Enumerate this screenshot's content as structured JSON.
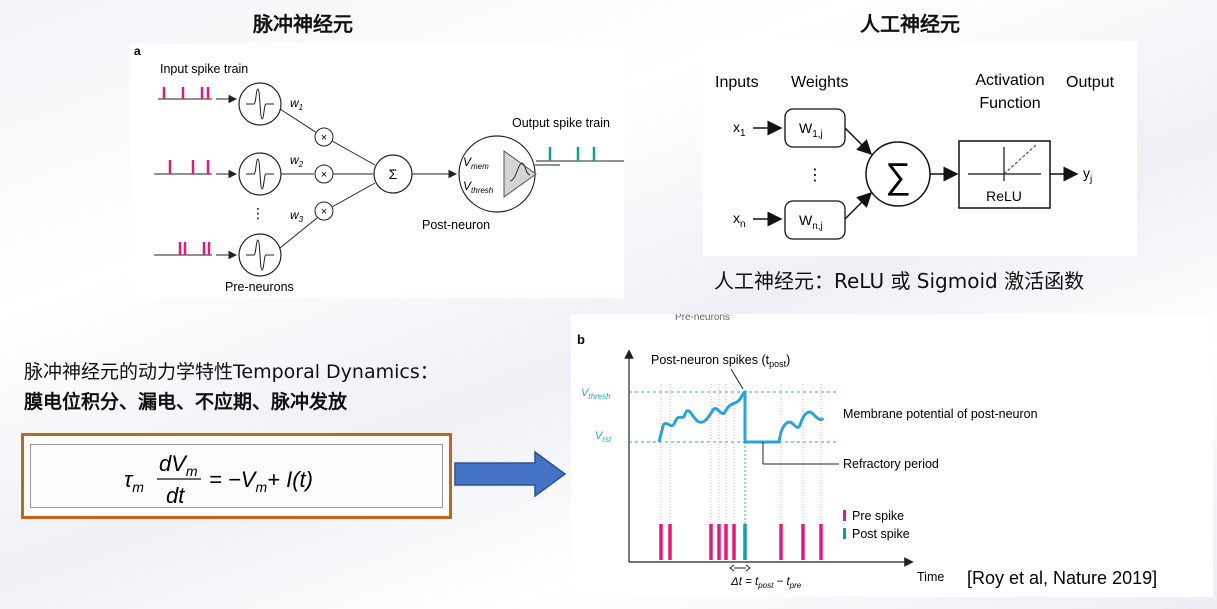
{
  "titles": {
    "left": "脉冲神经元",
    "right": "人工神经元"
  },
  "snn_figure": {
    "panel_label": "a",
    "input_label": "Input spike train",
    "weights": [
      "w",
      "w",
      "w"
    ],
    "weight_subs": [
      "1",
      "2",
      "3"
    ],
    "multiply": "×",
    "sum": "Σ",
    "vmem": "V",
    "vmem_sub": "mem",
    "vthresh": "V",
    "vthresh_sub": "thresh",
    "output_label": "Output spike train",
    "post_label": "Post-neuron",
    "pre_label": "Pre-neurons",
    "dots": "⋮"
  },
  "ann_figure": {
    "inputs": "Inputs",
    "weights": "Weights",
    "activation_line1": "Activation",
    "activation_line2": "Function",
    "output": "Output",
    "x1": "x",
    "x1_sub": "1",
    "xn": "x",
    "xn_sub": "n",
    "w1": "W",
    "w1_sub": "1,j",
    "wn": "W",
    "wn_sub": "n,j",
    "dots": "⋮",
    "sum": "∑",
    "relu": "ReLU",
    "yj": "y",
    "yj_sub": "j"
  },
  "ann_caption": "人工神经元：ReLU 或 Sigmoid 激活函数",
  "dynamics_line1": "脉冲神经元的动力学特性Temporal Dynamics：",
  "dynamics_line2": "膜电位积分、漏电、不应期、脉冲发放",
  "equation": {
    "tau": "τ",
    "tau_sub": "m",
    "num": "dV",
    "num_sub": "m",
    "den": "dt",
    "rhs": "= −V",
    "rhs_sub": "m",
    "rhs_tail": "+ I(t)"
  },
  "plot_b": {
    "panel_label": "b",
    "cut_text": "Pre-neurons",
    "post_spikes": "Post-neuron spikes (t",
    "post_spikes_sub": "post",
    "post_spikes_tail": ")",
    "vthresh": "V",
    "vthresh_sub": "thresh",
    "vrst": "V",
    "vrst_sub": "rst",
    "membrane": "Membrane potential of post-neuron",
    "refractory": "Refractory period",
    "pre_spike": "Pre spike",
    "post_spike": "Post spike",
    "time": "Time",
    "dt_label": "Δt = t",
    "dt_post": "post",
    "dt_mid": " − t",
    "dt_pre": "pre",
    "pre_color": "#e0197d",
    "post_color": "#129e94",
    "curve_color": "#2aa3d6"
  },
  "citation": "[Roy et al, Nature 2019]"
}
